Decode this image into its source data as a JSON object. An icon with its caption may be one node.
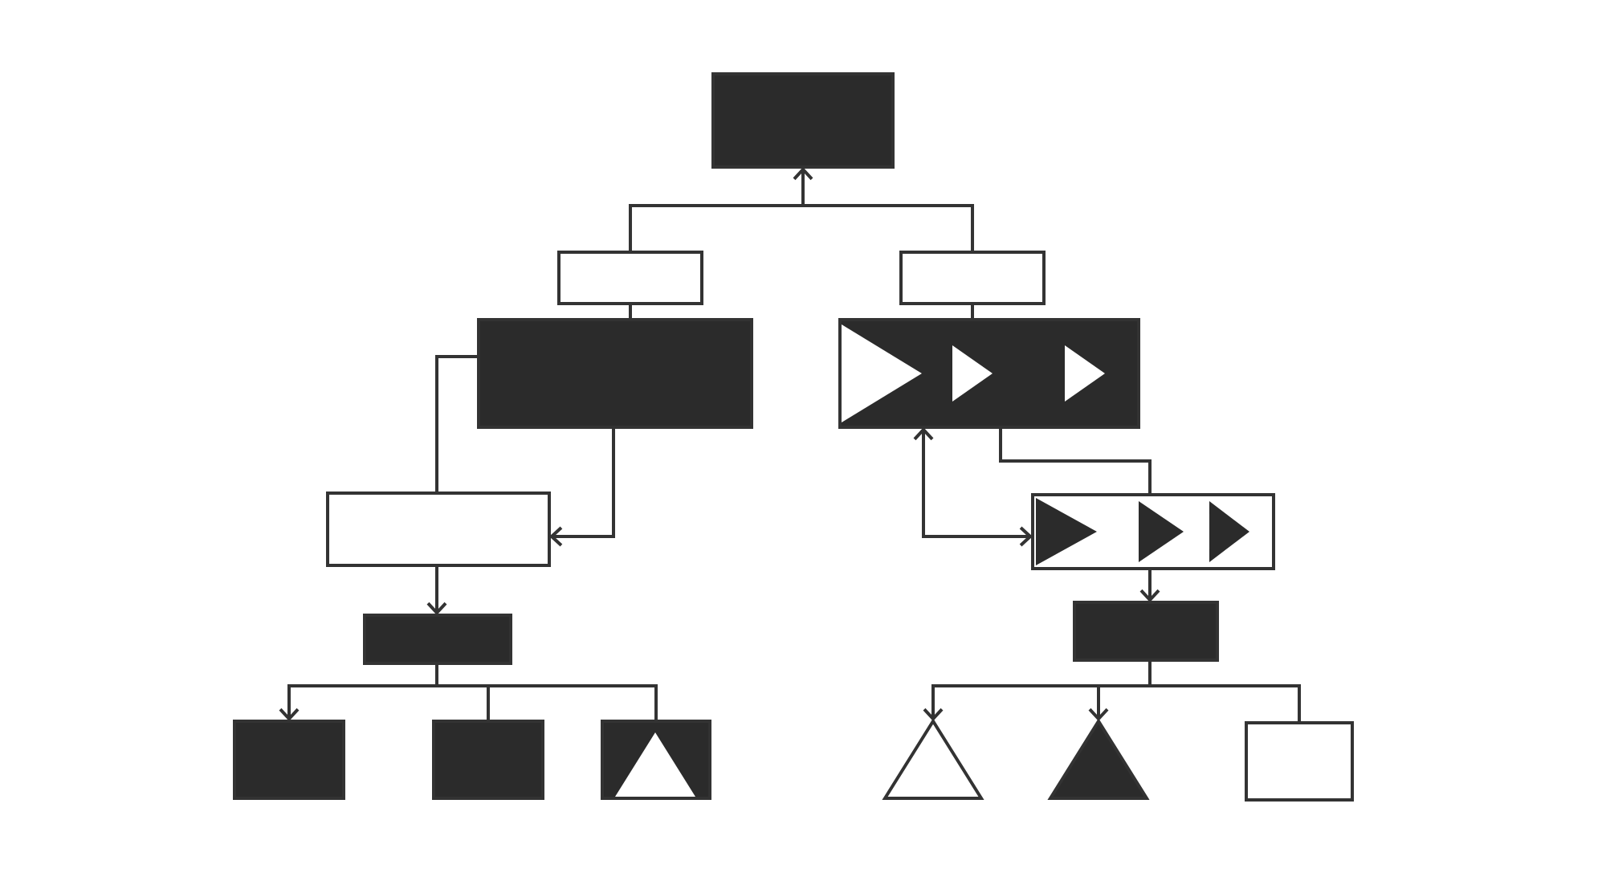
{
  "diagram": {
    "nodes": [
      {
        "text": [],
        "shape": "box"
      },
      {
        "text": [],
        "shape": "box"
      },
      {
        "text": [],
        "shape": "box"
      },
      {
        "text": [],
        "shape": "box"
      },
      {
        "text": [],
        "shape": "box"
      },
      {
        "text": [],
        "shape": "triangle",
        "in": 4
      },
      {
        "text": [],
        "shape": "triangle",
        "in": 4
      },
      {
        "text": [],
        "shape": "triangle",
        "in": 4
      },
      {
        "text": [],
        "shape": "box"
      },
      {
        "text": [],
        "shape": "box"
      },
      {
        "text": [],
        "shape": "triangle",
        "in": 9
      },
      {
        "text": [],
        "shape": "triangle",
        "in": 9
      },
      {
        "text": [],
        "shape": "triangle",
        "in": 9
      },
      {
        "text": [],
        "shape": "box"
      },
      {
        "text": [],
        "shape": "box"
      },
      {
        "text": [],
        "shape": "box"
      },
      {
        "text": [],
        "shape": "box"
      },
      {
        "text": [],
        "shape": "box"
      },
      {
        "text": [],
        "shape": "triangle",
        "in": 17
      },
      {
        "text": [],
        "shape": "triangle"
      },
      {
        "text": [],
        "shape": "triangle"
      },
      {
        "text": [],
        "shape": "box"
      }
    ],
    "edges": [
      {
        "from": 1,
        "to": 0,
        "arrow": "to"
      },
      {
        "from": 2,
        "to": 0,
        "arrow": "to"
      },
      {
        "from": 1,
        "to": 3,
        "arrow": "none"
      },
      {
        "from": 2,
        "to": 4,
        "arrow": "none"
      },
      {
        "from": 3,
        "to": 8,
        "arrow": "none"
      },
      {
        "from": 3,
        "to": 8,
        "arrow": "to"
      },
      {
        "from": 8,
        "to": 13,
        "arrow": "to"
      },
      {
        "from": 4,
        "to": 9,
        "arrow": "none"
      },
      {
        "from": 4,
        "to": 9,
        "arrow": "both"
      },
      {
        "from": 9,
        "to": 14,
        "arrow": "to"
      },
      {
        "from": 13,
        "to": 15,
        "arrow": "to"
      },
      {
        "from": 13,
        "to": 16,
        "arrow": "none"
      },
      {
        "from": 13,
        "to": 17,
        "arrow": "none"
      },
      {
        "from": 14,
        "to": 19,
        "arrow": "to"
      },
      {
        "from": 14,
        "to": 20,
        "arrow": "to"
      },
      {
        "from": 14,
        "to": 21,
        "arrow": "none"
      }
    ]
  }
}
